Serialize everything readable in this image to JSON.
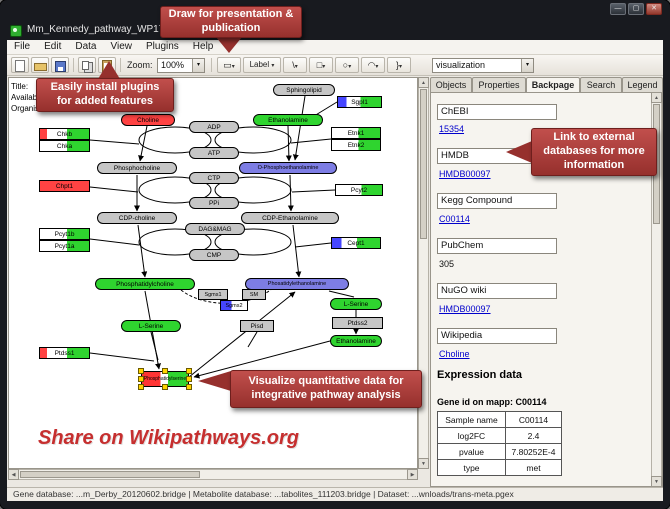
{
  "window": {
    "title": "Mm_Kennedy_pathway_WP1771_45176.gpml",
    "minimize": "—",
    "maximize": "▢",
    "close": "✕"
  },
  "menu": [
    "File",
    "Edit",
    "Data",
    "View",
    "Plugins",
    "Help"
  ],
  "toolbar": {
    "zoom_label": "Zoom:",
    "zoom_value": "100%",
    "tool_datanode": "▭",
    "tool_label": "Label",
    "tool_line": "\\",
    "tool_rect": "□",
    "tool_oval": "○",
    "tool_arc": "◠",
    "tool_brace": "}",
    "dropdown_glyph": "▾",
    "visualization_value": "visualization"
  },
  "canvas_info": {
    "title": "Title:",
    "availability": "Availability:",
    "organism": "Organism:"
  },
  "callouts": {
    "draw": "Draw for presentation & publication",
    "plugins": "Easily install plugins for added features",
    "external": "Link to external databases for more information",
    "visualize": "Visualize quantitative data for integrative pathway analysis",
    "share": "Share on Wikipathways.org"
  },
  "pathway": {
    "nodes": {
      "sphingolipid": "Sphingolipid",
      "sgpl1": "Sgpl1",
      "choline": "Choline",
      "ethanolamine_top": "Ethanolamine",
      "chkb": "Chkb",
      "chka": "Chka",
      "etnk1": "Etnk1",
      "etnk2": "Etnk2",
      "adp": "ADP",
      "atp": "ATP",
      "phosphocholine": "Phosphocholine",
      "o_phosphoethanolamine": "O-Phosphoethanolamine",
      "ctp": "CTP",
      "ppi": "PPi",
      "chpt1": "Chpt1",
      "pcyt2": "Pcyt2",
      "cdp_choline": "CDP-choline",
      "cdp_ethanolamine": "CDP-Ethanolamine",
      "dag_mag": "DAG&MAG",
      "cmp": "CMP",
      "pcyt1b": "Pcyt1b",
      "pcyt1a": "Pcyt1a",
      "cept1": "Cept1",
      "phosphatidylcholine": "Phosphatidylcholine",
      "phosphatidylethanolamine": "Phosatidylethanolamine",
      "sgms1": "Sgms1",
      "sm": "SM",
      "sgms2": "Sgms2",
      "l_serine_left": "L-Serine",
      "l_serine_right": "L-Serine",
      "pisd": "Pisd",
      "ptdss2": "Ptdss2",
      "ptdss1": "Ptdss1",
      "ethanolamine_bottom": "Ethanolamine",
      "phosphatidylserine": "Phosphatidylserine"
    }
  },
  "side_panel": {
    "tabs": [
      "Objects",
      "Properties",
      "Backpage",
      "Search",
      "Legend"
    ],
    "active_tab": "Backpage",
    "sections": [
      {
        "heading": "ChEBI",
        "value": "15354"
      },
      {
        "heading": "HMDB",
        "value": "HMDB00097"
      },
      {
        "heading": "Kegg Compound",
        "value": "C00114"
      },
      {
        "heading": "PubChem",
        "value": "305"
      },
      {
        "heading": "NuGO wiki",
        "value": "HMDB00097"
      },
      {
        "heading": "Wikipedia",
        "value": "Choline"
      }
    ],
    "expression_title": "Expression data",
    "gene_id_line": "Gene id on mapp: C00114",
    "table": {
      "rows": [
        [
          "Sample name",
          "C00114"
        ],
        [
          "log2FC",
          "2.4"
        ],
        [
          "pvalue",
          "7.80252E-4"
        ],
        [
          "type",
          "met"
        ]
      ]
    }
  },
  "statusbar": {
    "text": "Gene database: ...m_Derby_20120602.bridge  |  Metabolite database: ...tabolites_111203.bridge  |  Dataset: ...wnloads/trans-meta.pgex"
  },
  "colors": {
    "callout_red": "#a83834",
    "share_red": "#c62f2f",
    "node_up_red": "#ff4343",
    "node_down_green": "#2fd42f",
    "node_blue": "#7d7de4",
    "node_gray": "#c6c6c6",
    "link_blue": "#0000cc",
    "selection_yellow": "#ffd400"
  }
}
